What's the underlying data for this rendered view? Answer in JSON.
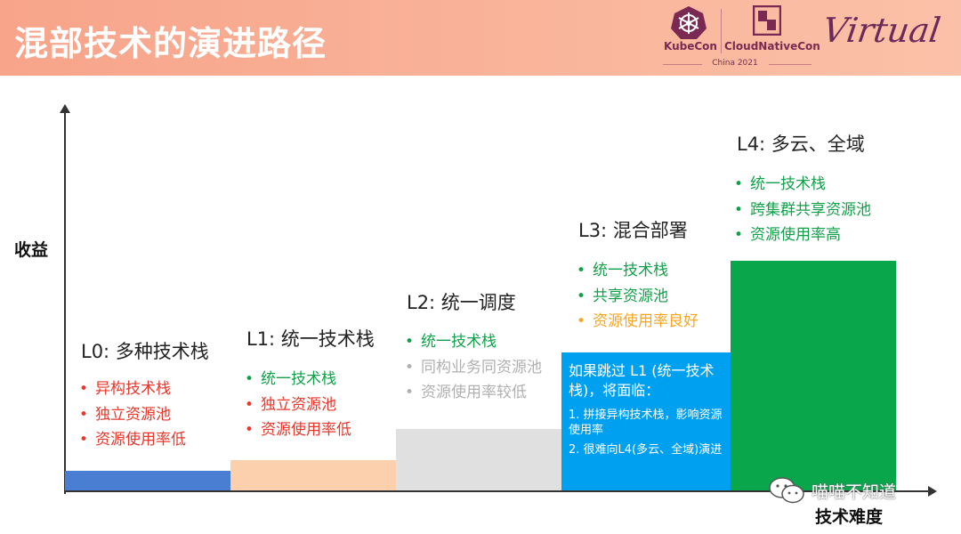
{
  "header": {
    "title": "混部技术的演进路径",
    "kubecon": "KubeCon",
    "cloudnativecon": "CloudNativeCon",
    "china": "China 2021",
    "virtual": "Virtual"
  },
  "axes": {
    "y_label": "收益",
    "x_label": "技术难度"
  },
  "levels": [
    {
      "title": "L0: 多种技术栈",
      "bar_color": "#4a7ed2",
      "level_height": 0.05,
      "items": [
        {
          "text": "异构技术栈",
          "color": "red"
        },
        {
          "text": "独立资源池",
          "color": "red"
        },
        {
          "text": "资源使用率低",
          "color": "red"
        }
      ]
    },
    {
      "title": "L1: 统一技术栈",
      "bar_color": "#fdd0ad",
      "level_height": 0.08,
      "items": [
        {
          "text": "统一技术栈",
          "color": "green"
        },
        {
          "text": "独立资源池",
          "color": "red"
        },
        {
          "text": "资源使用率低",
          "color": "red"
        }
      ]
    },
    {
      "title": "L2: 统一调度",
      "bar_color": "#e0e0e0",
      "level_height": 0.16,
      "items": [
        {
          "text": "统一技术栈",
          "color": "green"
        },
        {
          "text": "同构业务同资源池",
          "color": "gray"
        },
        {
          "text": "资源使用率较低",
          "color": "gray"
        }
      ]
    },
    {
      "title": "L3: 混合部署",
      "bar_color": "#00a0f0",
      "level_height": 0.36,
      "items": [
        {
          "text": "统一技术栈",
          "color": "green"
        },
        {
          "text": "共享资源池",
          "color": "green"
        },
        {
          "text": "资源使用率良好",
          "color": "orange"
        }
      ]
    },
    {
      "title": "L4: 多云、全域",
      "bar_color": "#0aa64c",
      "level_height": 0.6,
      "items": [
        {
          "text": "统一技术栈",
          "color": "green"
        },
        {
          "text": "跨集群共享资源池",
          "color": "green"
        },
        {
          "text": "资源使用率高",
          "color": "green"
        }
      ]
    }
  ],
  "note": {
    "head": "如果跳过 L1 (统一技术栈)，将面临：",
    "items": [
      "1. 拼接异构技术栈，影响资源使用率",
      "2. 很难向L4(多云、全域)演进"
    ]
  },
  "watermark": "喵喵不知道"
}
